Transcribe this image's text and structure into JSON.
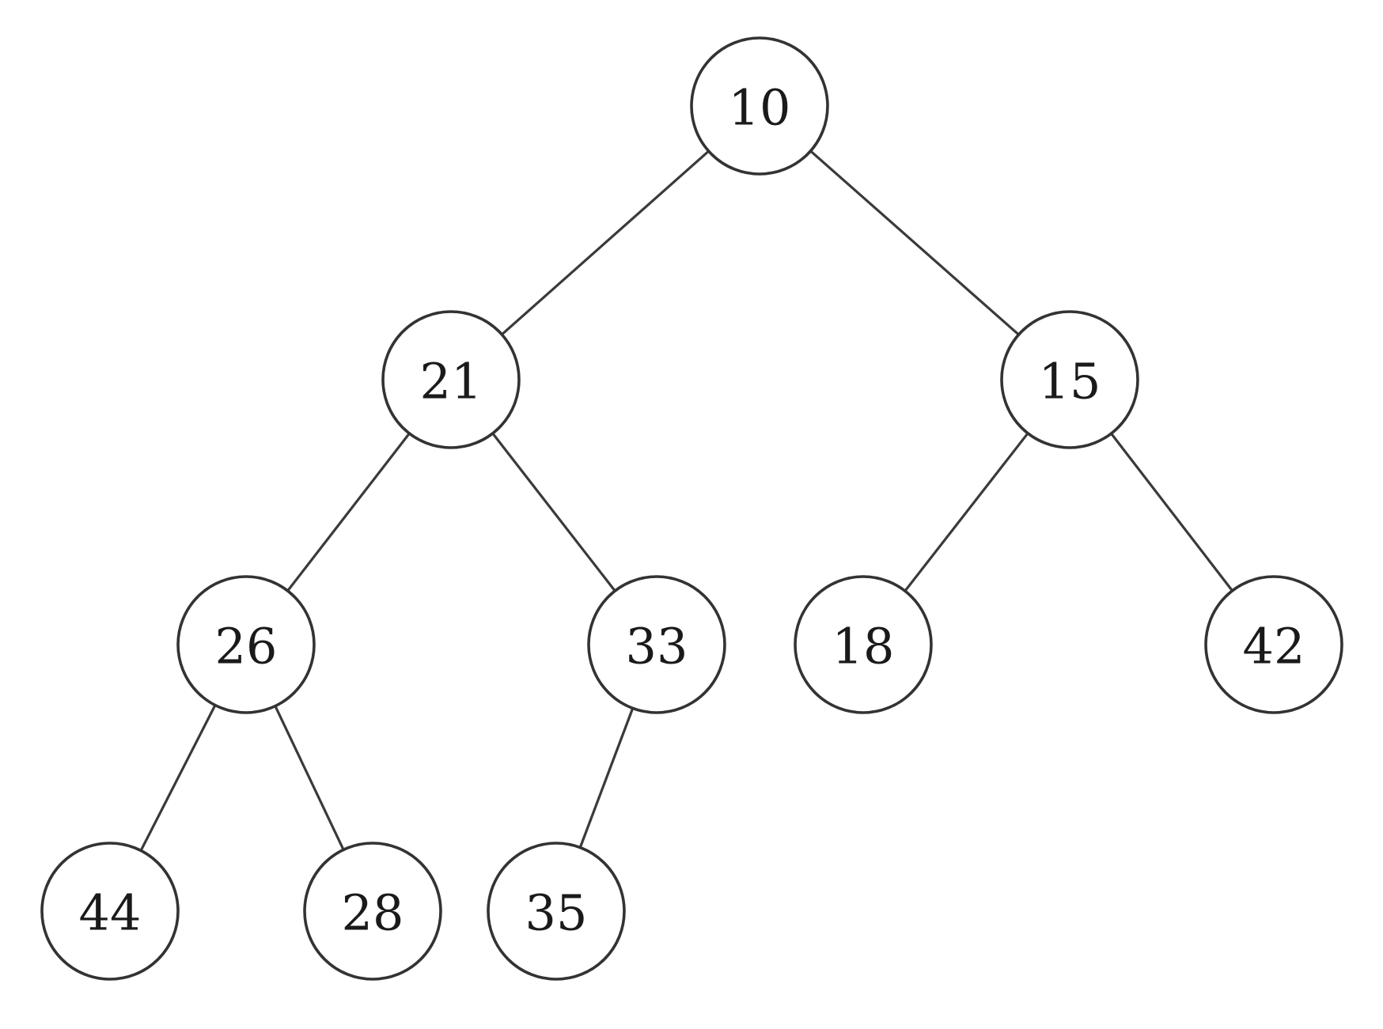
{
  "tree": {
    "nodes": [
      {
        "id": "n10",
        "label": "10"
      },
      {
        "id": "n21",
        "label": "21"
      },
      {
        "id": "n15",
        "label": "15"
      },
      {
        "id": "n26",
        "label": "26"
      },
      {
        "id": "n33",
        "label": "33"
      },
      {
        "id": "n18",
        "label": "18"
      },
      {
        "id": "n42",
        "label": "42"
      },
      {
        "id": "n44",
        "label": "44"
      },
      {
        "id": "n28",
        "label": "28"
      },
      {
        "id": "n35",
        "label": "35"
      }
    ],
    "edges": [
      {
        "from": "n10",
        "to": "n21"
      },
      {
        "from": "n10",
        "to": "n15"
      },
      {
        "from": "n21",
        "to": "n26"
      },
      {
        "from": "n21",
        "to": "n33"
      },
      {
        "from": "n15",
        "to": "n18"
      },
      {
        "from": "n15",
        "to": "n42"
      },
      {
        "from": "n26",
        "to": "n44"
      },
      {
        "from": "n26",
        "to": "n28"
      },
      {
        "from": "n33",
        "to": "n35"
      }
    ]
  }
}
